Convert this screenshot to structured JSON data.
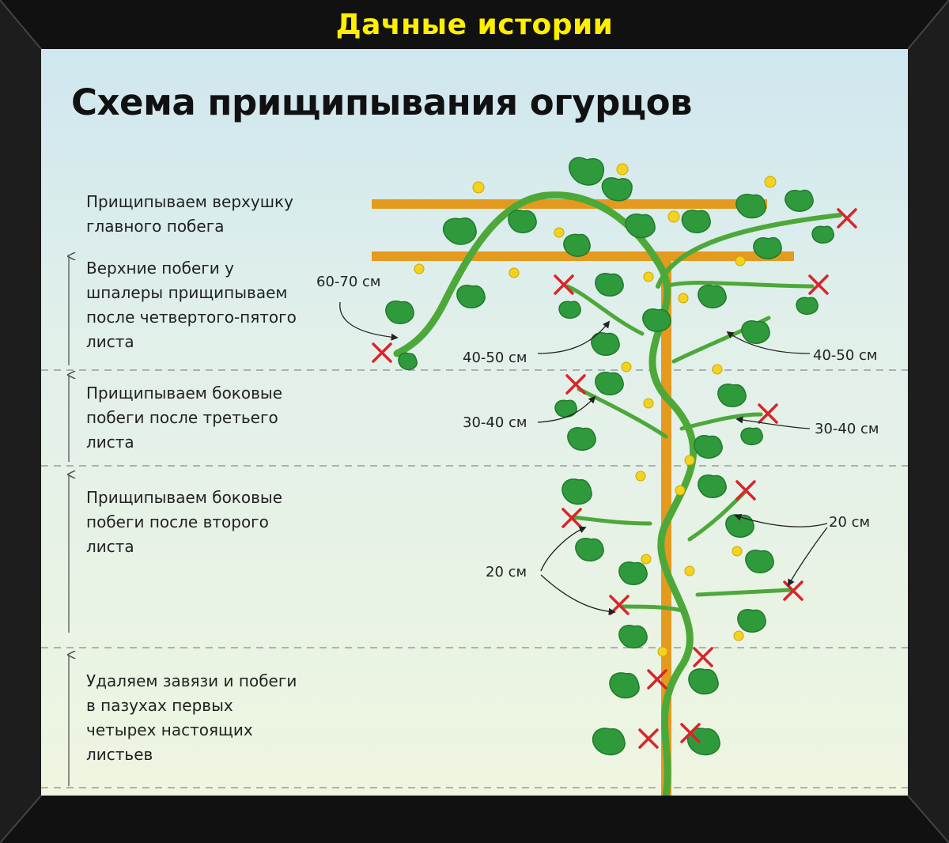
{
  "header": {
    "channel_title": "Дачные истории"
  },
  "diagram": {
    "title": "Схема прищипывания огурцов",
    "steps": [
      {
        "lines": [
          "Прищипываем верхушку",
          "главного побега"
        ]
      },
      {
        "lines": [
          "Верхние побеги у",
          "шпалеры прищипываем",
          "после четвертого-пятого",
          "листа"
        ]
      },
      {
        "lines": [
          "Прищипываем боковые",
          "побеги после третьего",
          "листа"
        ]
      },
      {
        "lines": [
          "Прищипываем боковые",
          "побеги после второго",
          "листа"
        ]
      },
      {
        "lines": [
          "Удаляем завязи и побеги",
          "в пазухах первых",
          "четырех настоящих",
          "листьев"
        ]
      }
    ],
    "measurements": {
      "m60_70": "60-70 см",
      "m40_50_left": "40-50 см",
      "m40_50_right": "40-50 см",
      "m30_40_left": "30-40 см",
      "m30_40_right": "30-40 см",
      "m20_right": "20 см",
      "m20_left": "20 см"
    },
    "colors": {
      "background_top": "#cfe7ef",
      "trellis": "#e49a1e",
      "stem": "#4da83a",
      "leaf": "#2f9a3c",
      "flower": "#f4d21f",
      "pinch_mark": "#d8252a",
      "title_accent": "#ffee00"
    },
    "icons": [
      "pinch-x-icon",
      "leaf-icon",
      "flower-icon",
      "trellis-icon",
      "up-arrow-icon"
    ]
  }
}
